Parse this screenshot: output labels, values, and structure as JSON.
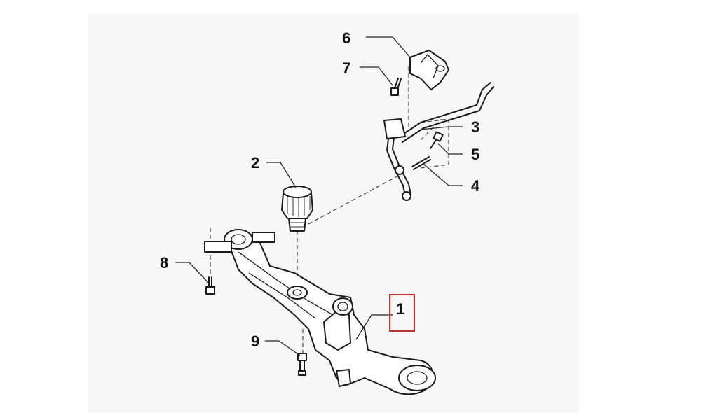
{
  "diagram": {
    "callouts": {
      "c1": "1",
      "c2": "2",
      "c3": "3",
      "c4": "4",
      "c5": "5",
      "c6": "6",
      "c7": "7",
      "c8": "8",
      "c9": "9"
    },
    "highlighted_callout": "1",
    "colors": {
      "background": "#ffffff",
      "panel": "#f7f7f7",
      "line": "#1a1a1a",
      "highlight_box": "#d62828"
    }
  }
}
